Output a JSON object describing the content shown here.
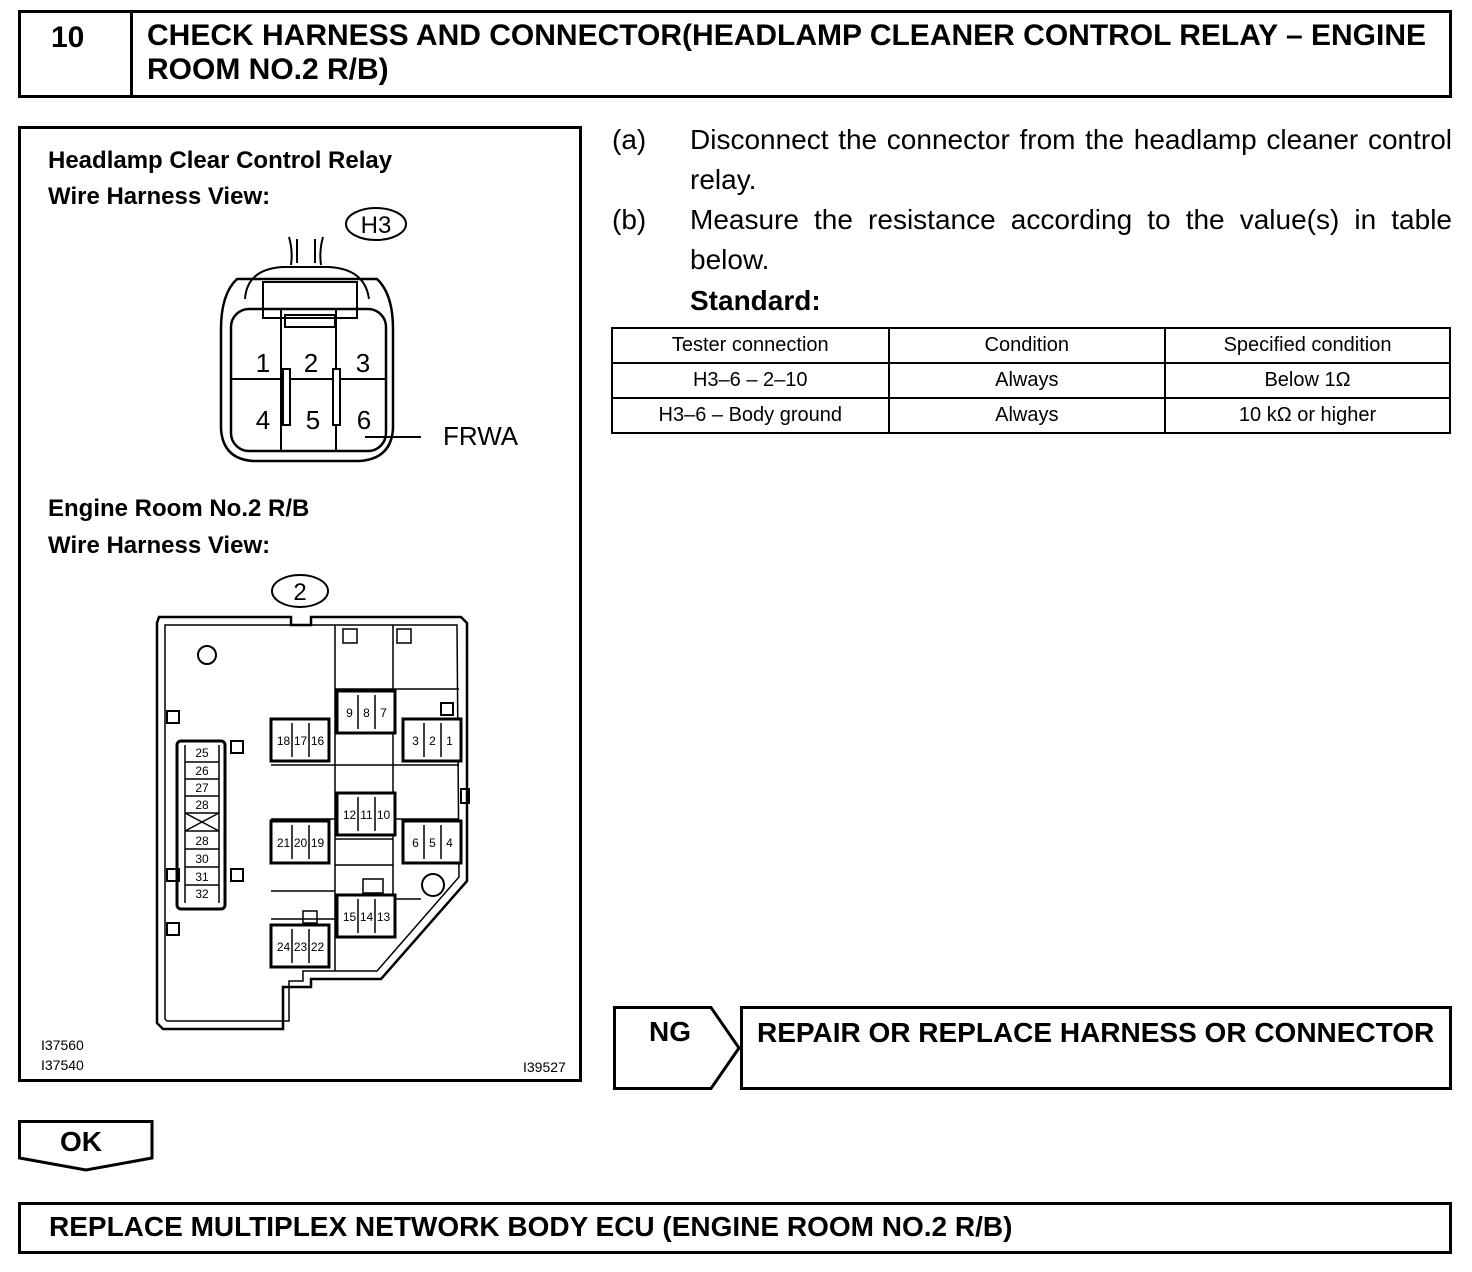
{
  "step": {
    "number": "10",
    "title": "CHECK HARNESS AND CONNECTOR(HEADLAMP CLEANER CONTROL RELAY – ENGINE ROOM NO.2 R/B)"
  },
  "figure": {
    "relay_title": "Headlamp Clear Control Relay",
    "relay_view": "Wire Harness View:",
    "relay_connector_id": "H3",
    "relay_pins": [
      "1",
      "2",
      "3",
      "4",
      "5",
      "6"
    ],
    "relay_wire_label": "FRWA",
    "rb_title": "Engine Room No.2 R/B",
    "rb_view": "Wire Harness View:",
    "rb_connector_id": "2",
    "rb_pins_left_strip": [
      "25",
      "26",
      "27",
      "28",
      "28",
      "30",
      "31",
      "32"
    ],
    "rb_pins": [
      "9",
      "8",
      "7",
      "18",
      "17",
      "16",
      "3",
      "2",
      "1",
      "12",
      "11",
      "10",
      "21",
      "20",
      "19",
      "6",
      "5",
      "4",
      "15",
      "14",
      "13",
      "24",
      "23",
      "22"
    ],
    "ref_ids": [
      "I37560",
      "I37540"
    ],
    "ref_id_right": "I39527"
  },
  "instructions": [
    {
      "letter": "(a)",
      "text": "Disconnect the connector from the headlamp cleaner control relay."
    },
    {
      "letter": "(b)",
      "text": "Measure the resistance according to the value(s) in table below."
    }
  ],
  "standard_label": "Standard:",
  "table": {
    "headers": [
      "Tester connection",
      "Condition",
      "Specified condition"
    ],
    "rows": [
      [
        "H3–6 – 2–10",
        "Always",
        "Below 1Ω"
      ],
      [
        "H3–6 – Body ground",
        "Always",
        "10 kΩ or higher"
      ]
    ]
  },
  "ng": {
    "label": "NG",
    "action": "REPAIR OR REPLACE HARNESS OR CONNECTOR"
  },
  "ok": {
    "label": "OK"
  },
  "final_action": "REPLACE MULTIPLEX NETWORK BODY ECU (ENGINE ROOM NO.2 R/B)"
}
